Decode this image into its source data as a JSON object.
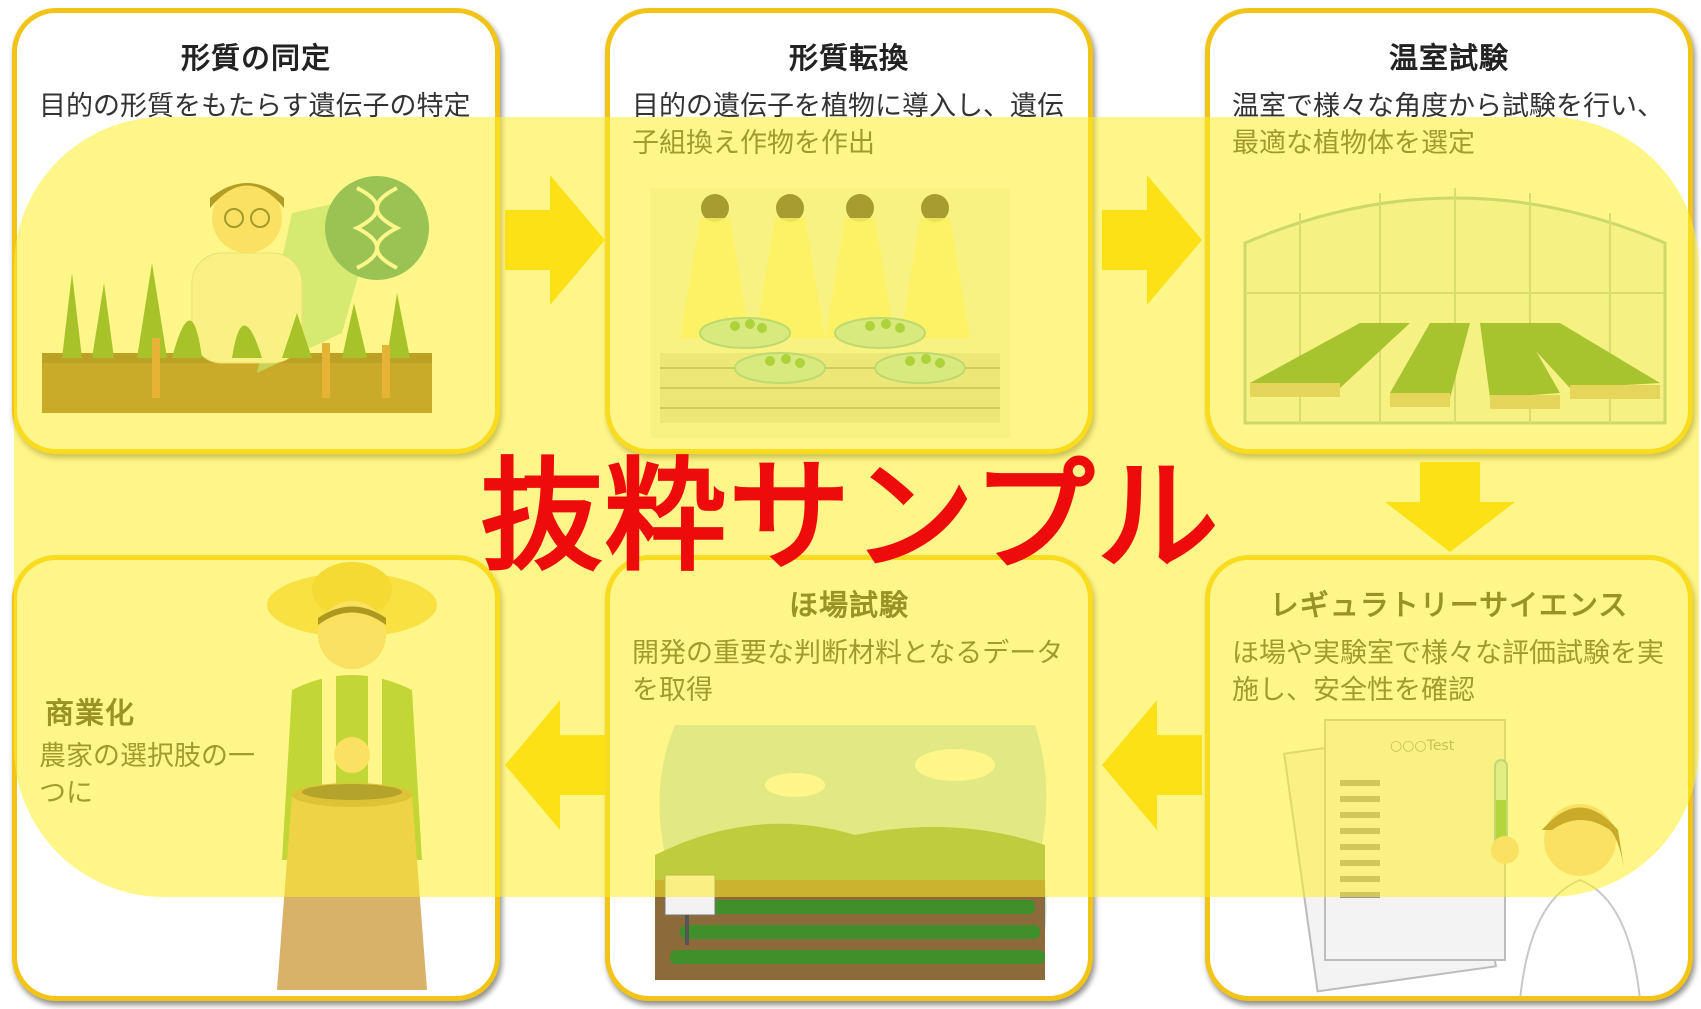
{
  "steps": [
    {
      "title": "形質の同定",
      "desc": "目的の形質をもたらす遺伝子の特定"
    },
    {
      "title": "形質転換",
      "desc": "目的の遺伝子を植物に導入し、遺伝子組換え作物を作出"
    },
    {
      "title": "温室試験",
      "desc": "温室で様々な角度から試験を行い、最適な植物体を選定"
    },
    {
      "title": "レギュラトリーサイエンス",
      "desc": "ほ場や実験室で様々な評価試験を実施し、安全性を確認"
    },
    {
      "title": "ほ場試験",
      "desc": "開発の重要な判断材料となるデータを取得"
    },
    {
      "title": "商業化",
      "desc": "農家の選択肢の一つに"
    }
  ],
  "document_label": "○○○Test",
  "watermark": "抜粋サンプル",
  "colors": {
    "card_border": "#f2c418",
    "arrow": "#f5d000",
    "overlay": "rgba(255,238,40,0.55)",
    "watermark": "#ee0b0b"
  },
  "icons": [
    "scientist-with-dna-icon",
    "growth-chamber-icon",
    "greenhouse-icon",
    "researcher-with-test-tube-icon",
    "field-icon",
    "farmer-with-seed-bag-icon"
  ]
}
